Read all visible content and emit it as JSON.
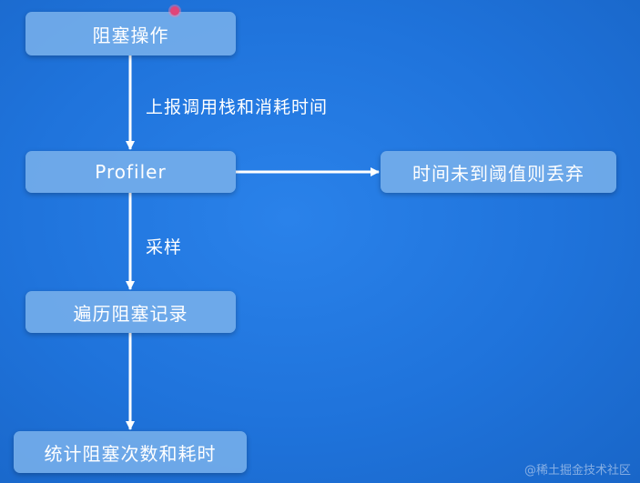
{
  "nodes": {
    "blocking_op": "阻塞操作",
    "profiler": "Profiler",
    "discard": "时间未到阈值则丢弃",
    "traverse": "遍历阻塞记录",
    "stats": "统计阻塞次数和耗时"
  },
  "edges": {
    "report_label": "上报调用栈和消耗时间",
    "sample_label": "采样"
  },
  "watermark": "@稀土掘金技术社区",
  "colors": {
    "background": "#1f73db",
    "node_fill": "#78afeb",
    "arrow": "#ffffff",
    "cursor_dot": "#e0457a"
  }
}
